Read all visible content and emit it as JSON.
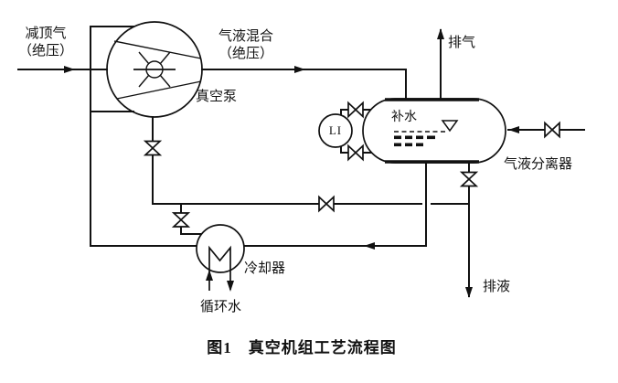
{
  "diagram": {
    "caption": "图1　真空机组工艺流程图",
    "streams": {
      "feed": {
        "line1": "减顶气",
        "line2": "（绝压）"
      },
      "pump_outlet": {
        "line1": "气液混合",
        "line2": "（绝压）"
      },
      "vent": "排气",
      "drain": "排液",
      "makeup_water": "补水",
      "cooling_water": "循环水"
    },
    "equipment": {
      "vacuum_pump": "真空泵",
      "separator": "气液分离器",
      "cooler": "冷却器",
      "level_indicator": "LI"
    },
    "icons": {
      "valve": "gate-valve-bowtie",
      "arrow": "flow-arrow",
      "level_mark": "liquid-level-triangle"
    },
    "colors": {
      "line": "#111111",
      "background": "#ffffff"
    }
  }
}
